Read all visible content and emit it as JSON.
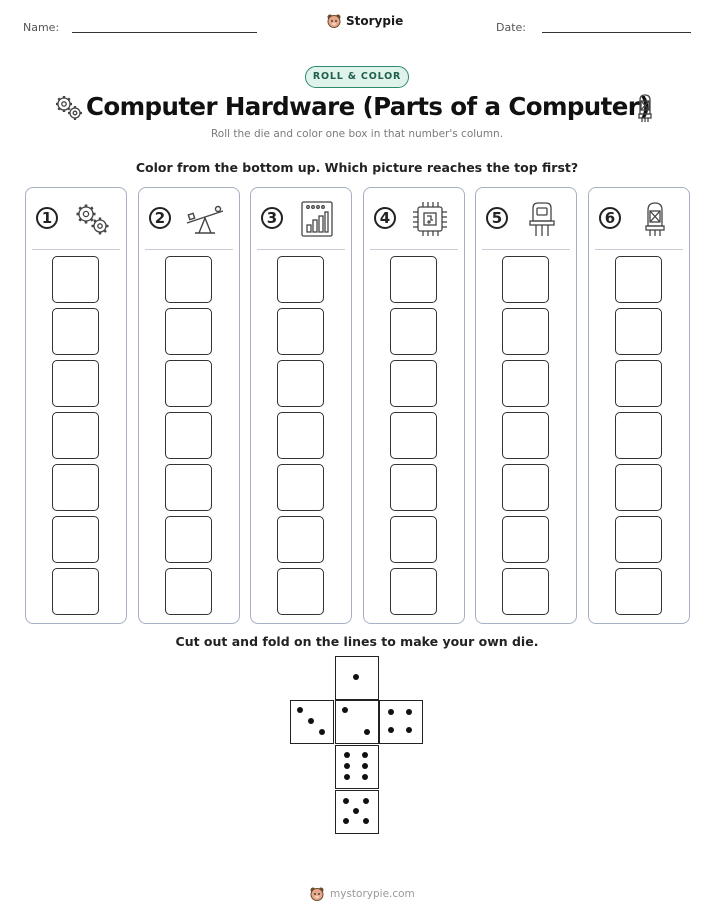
{
  "header": {
    "name_label": "Name:",
    "date_label": "Date:",
    "brand": "Storypie"
  },
  "badge": "ROLL & COLOR",
  "title": "Computer Hardware (Parts of a Computer)",
  "subtitle": "Roll the die and color one box in that number's column.",
  "instruction": "Color from the bottom up. Which picture reaches the top first?",
  "columns": [
    {
      "number": "1",
      "icon": "gears-icon"
    },
    {
      "number": "2",
      "icon": "seesaw-icon"
    },
    {
      "number": "3",
      "icon": "bar-chart-tablet-icon"
    },
    {
      "number": "4",
      "icon": "microchip-icon"
    },
    {
      "number": "5",
      "icon": "sensor-icon"
    },
    {
      "number": "6",
      "icon": "vacuum-tube-icon"
    }
  ],
  "boxes_per_column": 7,
  "die_instruction": "Cut out and fold on the lines to make your own die.",
  "footer": "mystorypie.com",
  "colors": {
    "badge_border": "#2e8b70",
    "badge_fill": "#dff3ea",
    "column_border": "#a8b0c4"
  }
}
